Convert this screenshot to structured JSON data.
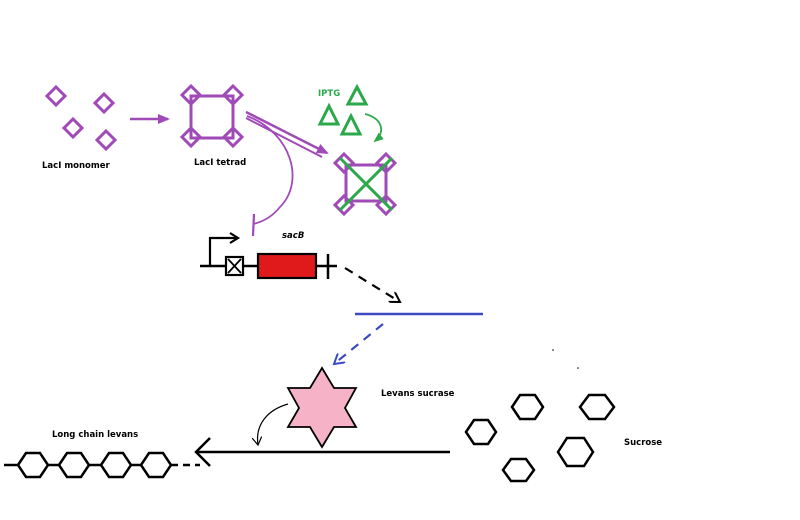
{
  "labels": {
    "laci_monomer": "LacI monomer",
    "laci_tetrad": "LacI tetrad",
    "iptg": "IPTG",
    "gene": "sacB",
    "levans_sucrase": "Levans sucrase",
    "sucrose": "Sucrose",
    "long_chain_levans": "Long chain levans"
  },
  "colors": {
    "laci": "#a04ab8",
    "iptg": "#2aa84a",
    "gene_body": "#e01a1a",
    "mrna": "#3a4bbf",
    "enzyme_fill": "#f6b3c8",
    "line": "#000000",
    "background": "#ffffff"
  },
  "icons": {
    "laci_monomer": "diamond-outline",
    "laci_tetrad": "square-with-diamond-corners",
    "iptg": "triangle-outline",
    "operator": "crossed-box",
    "enzyme": "six-pointed-star",
    "sucrose": "hexagon-outline",
    "levan_unit": "hexagon-outline"
  }
}
